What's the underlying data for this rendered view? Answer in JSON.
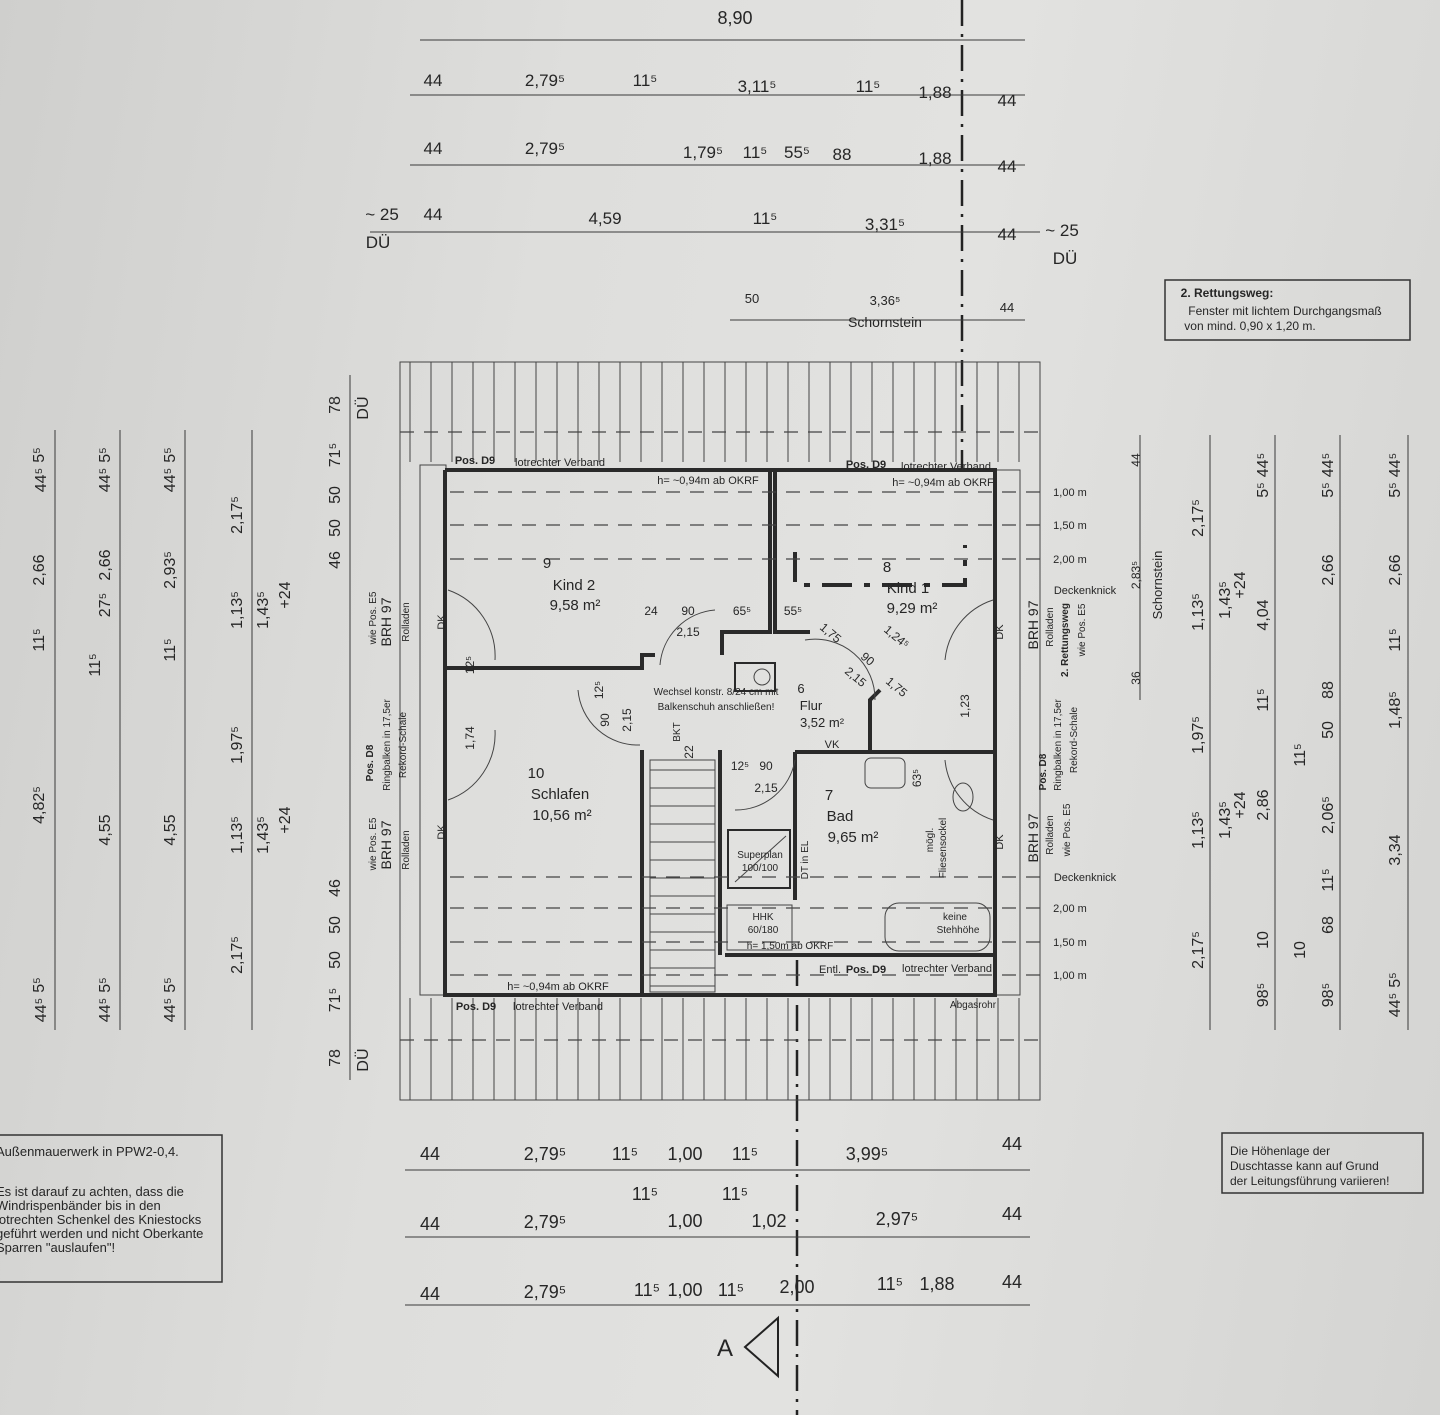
{
  "top_dimensions": {
    "overall": "8,90",
    "row1": [
      "44",
      "2,79⁵",
      "11⁵",
      "3,11⁵",
      "11⁵",
      "1,88",
      "44"
    ],
    "row2": [
      "44",
      "2,79⁵",
      "1,79⁵",
      "11⁵",
      "55⁵",
      "88",
      "1,88",
      "44"
    ],
    "row3": [
      "~ 25",
      "DÜ",
      "44",
      "4,59",
      "11⁵",
      "3,31⁵",
      "44",
      "~ 25",
      "DÜ"
    ],
    "row4": [
      "50",
      "3,36⁵",
      "Schornstein",
      "44"
    ]
  },
  "rettungsweg_note": {
    "title": "2. Rettungsweg:",
    "lines": [
      "Fenster mit lichtem Durchgangsmaß",
      "von mind. 0,90 x 1,20 m."
    ]
  },
  "rooms": [
    {
      "number": "9",
      "name": "Kind 2",
      "area": "9,58 m²"
    },
    {
      "number": "8",
      "name": "Kind 1",
      "area": "9,29 m²"
    },
    {
      "number": "10",
      "name": "Schlafen",
      "area": "10,56 m²"
    },
    {
      "number": "6",
      "name": "Flur",
      "area": "3,52 m²"
    },
    {
      "number": "7",
      "name": "Bad",
      "area": "9,65 m²"
    }
  ],
  "annotations": {
    "pos_d9": "Pos. D9",
    "lotrecht": "lotrechter Verband",
    "height_094": "h= ~0,94m ab OKRF",
    "entl": "Entl.",
    "abgasrohr": "Abgasrohr",
    "wechsel": [
      "Wechsel konstr. 8/24 cm mit",
      "Balkenschuh anschließen!"
    ],
    "bkt": "BKT",
    "vk": "VK",
    "shower": [
      "Superplan",
      "100/100"
    ],
    "dt": "DT in EL",
    "hhk": [
      "HHK",
      "60/180",
      "h= 1,50m ab OKRF"
    ],
    "tub": [
      "keine",
      "Stehhöhe"
    ],
    "tile": [
      "mögl.",
      "Fliesensockel"
    ],
    "dk": "DK",
    "brh": "BRH 97",
    "rolladen": "Rolladen",
    "wie_e5": "wie Pos. E5",
    "pos_d8": "Pos. D8",
    "ringbalken": "Ringbalken in 17,5er",
    "rekord": "Rekord-Schale",
    "rettungsweg": "2. Rettungsweg",
    "du": "DÜ",
    "section": "A"
  },
  "inner_dimensions": [
    "24",
    "90",
    "65⁵",
    "55⁵",
    "2,15",
    "1,75",
    "1,24⁵",
    "90",
    "2,15",
    "1,75",
    "1,23",
    "12⁵",
    "1,74",
    "12⁵",
    "90",
    "2,15",
    "22",
    "12⁵",
    "90",
    "2,15",
    "63⁵"
  ],
  "height_levels": [
    "1,00 m",
    "1,50 m",
    "2,00 m",
    "Deckenknick",
    "Deckenknick",
    "2,00 m",
    "1,50 m",
    "1,00 m"
  ],
  "left_dimensions": {
    "col1": [
      "5⁵",
      "44⁵",
      "2,66",
      "11⁵",
      "4,82⁵",
      "44⁵",
      "5⁵"
    ],
    "col2": [
      "5⁵",
      "44⁵",
      "2,66",
      "27⁵",
      "11⁵",
      "4,55",
      "44⁵",
      "5⁵"
    ],
    "col3": [
      "5⁵",
      "44⁵",
      "2,93⁵",
      "11⁵",
      "4,55",
      "44⁵",
      "5⁵"
    ],
    "col4": [
      "2,17⁵",
      "1,13⁵",
      "1,43⁵",
      "+24",
      "1,97⁵",
      "1,13⁵",
      "1,43⁵",
      "+24",
      "2,17⁵"
    ],
    "col5": [
      "78",
      "71⁵",
      "50",
      "50",
      "46",
      "46",
      "50",
      "50",
      "71⁵",
      "78"
    ]
  },
  "right_dimensions": {
    "chimney": [
      "44",
      "2,83⁵",
      "Schornstein",
      "36"
    ],
    "col1": [
      "2,17⁵",
      "1,13⁵",
      "1,43⁵",
      "+24",
      "1,97⁵",
      "1,13⁵",
      "1,43⁵",
      "+24",
      "2,17⁵"
    ],
    "col2": [
      "5⁵",
      "44⁵",
      "4,04",
      "11⁵",
      "2,86",
      "10",
      "98⁵",
      "11⁵",
      "10"
    ],
    "col3": [
      "5⁵",
      "44⁵",
      "2,66",
      "88",
      "50",
      "2,06⁵",
      "11⁵",
      "68",
      "98⁵"
    ],
    "col4": [
      "5⁵",
      "44⁵",
      "2,66",
      "11⁵",
      "1,48⁵",
      "3,34",
      "44⁵",
      "5⁵"
    ]
  },
  "bottom_dimensions": {
    "row1": [
      "44",
      "2,79⁵",
      "11⁵",
      "1,00",
      "11⁵",
      "3,99⁵",
      "44"
    ],
    "row2": [
      "44",
      "2,79⁵",
      "11⁵",
      "1,00",
      "11⁵",
      "1,02",
      "2,97⁵",
      "44"
    ],
    "row3": [
      "44",
      "2,79⁵",
      "11⁵",
      "1,00",
      "11⁵",
      "2,00",
      "11⁵",
      "1,88",
      "44"
    ]
  },
  "left_note": {
    "lines": [
      "Außenmauerwerk in PPW2-0,4.",
      "",
      "Es ist darauf zu achten, dass die",
      "Windrispenbänder bis in den",
      "lotrechten Schenkel des Kniestocks",
      "geführt werden und nicht Oberkante",
      "Sparren \"auslaufen\"!"
    ]
  },
  "right_note": {
    "lines": [
      "Die Höhenlage der",
      "Duschtasse kann auf Grund",
      "der Leitungsführung variieren!"
    ]
  }
}
